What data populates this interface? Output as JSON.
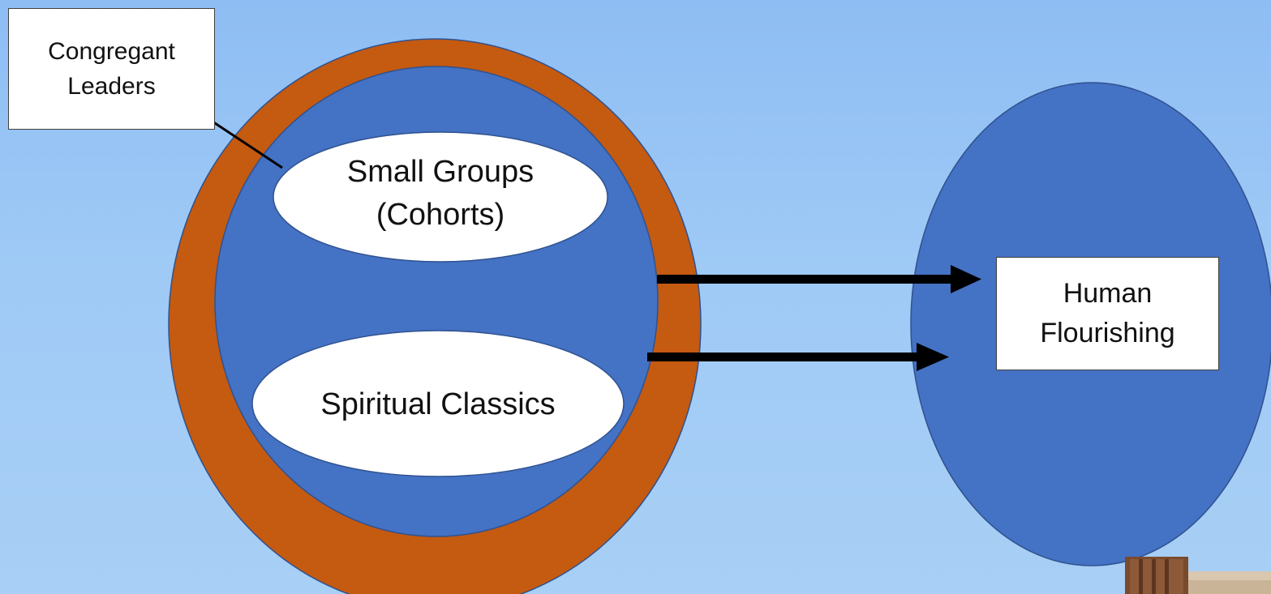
{
  "diagram": {
    "labels": {
      "congregant_line1": "Congregant",
      "congregant_line2": "Leaders",
      "small_groups_line1": "Small Groups",
      "small_groups_line2": "(Cohorts)",
      "spiritual_classics": "Spiritual Classics",
      "human_line1": "Human",
      "human_line2": "Flourishing"
    },
    "colors": {
      "background": "#9fcaf6",
      "outer_ring": "#c55a11",
      "inner_circle": "#4472c4",
      "ellipse_fill": "#ffffff",
      "arrow": "#000000",
      "outline": "#2f528f"
    }
  }
}
